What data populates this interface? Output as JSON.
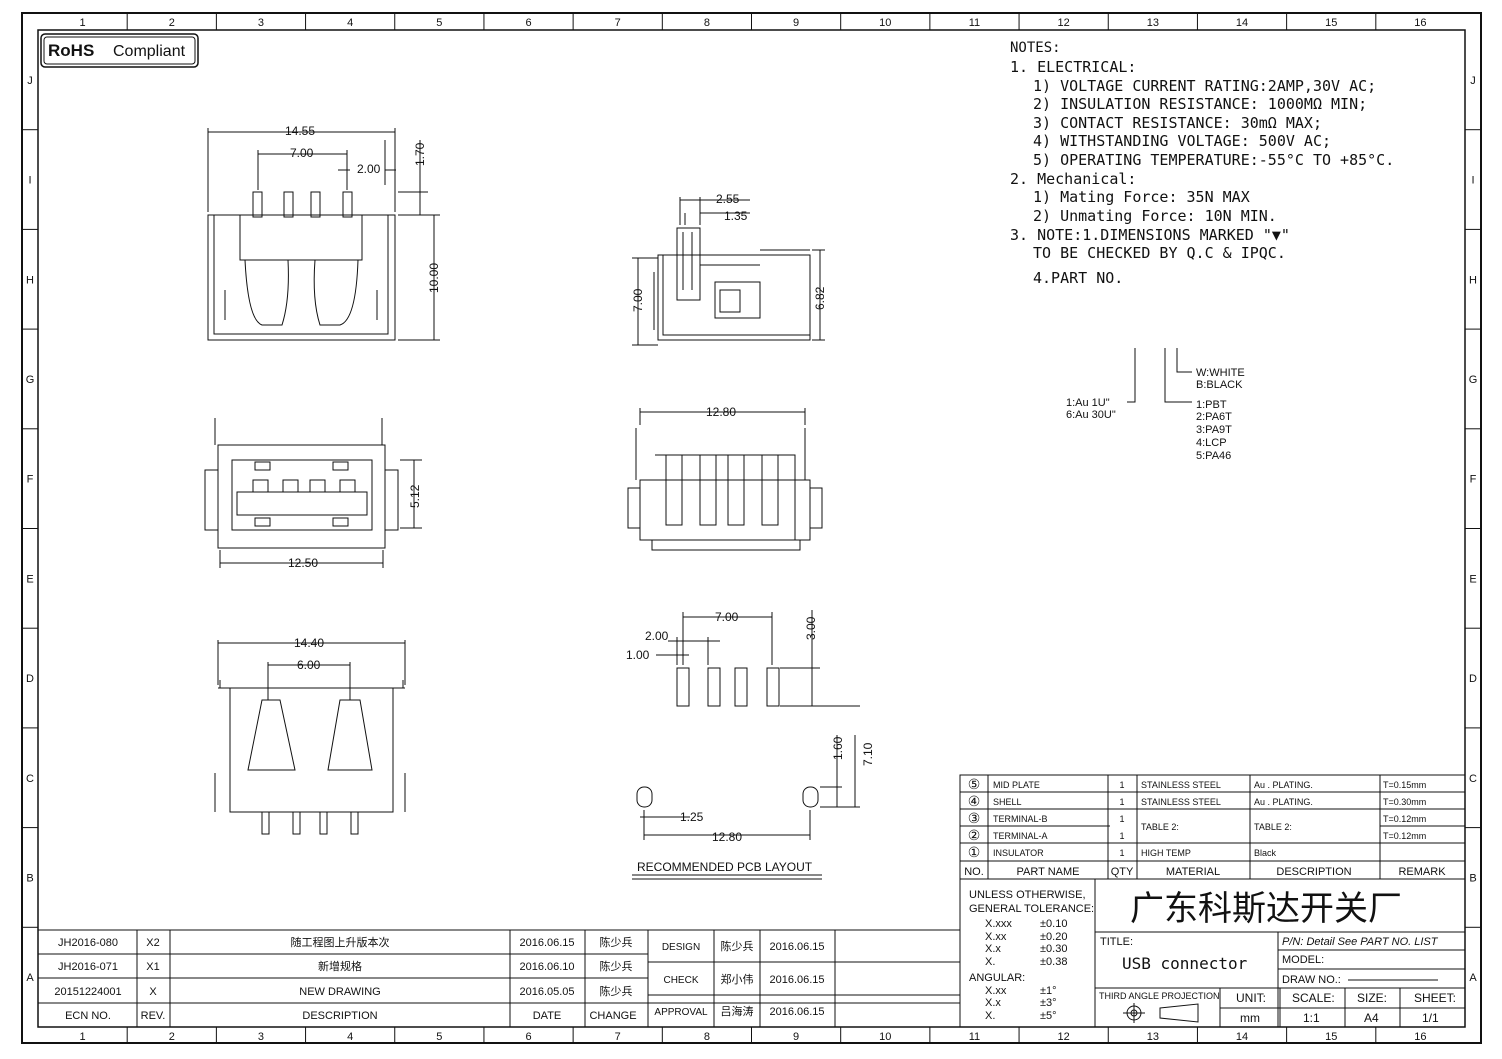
{
  "frame": {
    "top_cols": [
      "1",
      "2",
      "3",
      "4",
      "5",
      "6",
      "7",
      "8",
      "9",
      "10",
      "11",
      "12",
      "13",
      "14",
      "15",
      "16"
    ],
    "rows": [
      "J",
      "I",
      "H",
      "G",
      "F",
      "E",
      "D",
      "C",
      "B",
      "A"
    ]
  },
  "rohs": {
    "bold": "RoHS",
    "text": "Compliant"
  },
  "notes": {
    "title": "NOTES:",
    "lines": [
      "1. ELECTRICAL:",
      "1) VOLTAGE CURRENT RATING:2AMP,30V AC;",
      "2) INSULATION RESISTANCE: 1000MΩ MIN;",
      "3) CONTACT RESISTANCE: 30mΩ MAX;",
      "4) WITHSTANDING VOLTAGE: 500V AC;",
      "5) OPERATING TEMPERATURE:-55°C TO +85°C.",
      "2. Mechanical:",
      "1) Mating Force:  35N MAX",
      "2) Unmating Force:  10N MIN.",
      "3. NOTE:1.DIMENSIONS MARKED \"▼\"",
      "TO BE CHECKED BY Q.C & IPQC.",
      "4.PART NO."
    ]
  },
  "part_no": {
    "plating": [
      "1:Au 1U\"",
      "6:Au 30U\""
    ],
    "color": [
      "W:WHITE",
      "B:BLACK"
    ],
    "material": [
      "1:PBT",
      "2:PA6T",
      "3:PA9T",
      "4:LCP",
      "5:PA46"
    ]
  },
  "dimensions": {
    "top_view": [
      "14.55",
      "7.00",
      "2.00",
      "1.70",
      "10.00"
    ],
    "side_view": [
      "2.55",
      "1.35",
      "7.00",
      "6.82"
    ],
    "front_view": [
      "5.12",
      "12.50"
    ],
    "rear_view": [
      "12.80"
    ],
    "bottom_view": [
      "14.40",
      "6.00"
    ],
    "pcb": [
      "7.00",
      "2.00",
      "1.00",
      "3.00",
      "1.60",
      "7.10",
      "1.25",
      "12.80"
    ]
  },
  "pcb_label": "RECOMMENDED PCB LAYOUT",
  "bom": {
    "headers": [
      "NO.",
      "PART NAME",
      "QTY",
      "MATERIAL",
      "DESCRIPTION",
      "REMARK"
    ],
    "rows": [
      {
        "no": "⑤",
        "name": "MID PLATE",
        "qty": "1",
        "material": "STAINLESS STEEL",
        "desc": "Au . PLATING.",
        "remark": "T=0.15mm"
      },
      {
        "no": "④",
        "name": "SHELL",
        "qty": "1",
        "material": "STAINLESS STEEL",
        "desc": "Au . PLATING.",
        "remark": "T=0.30mm"
      },
      {
        "no": "③",
        "name": "TERMINAL-B",
        "qty": "1",
        "material": "TABLE 2:",
        "desc": "TABLE 2:",
        "remark": "T=0.12mm"
      },
      {
        "no": "②",
        "name": "TERMINAL-A",
        "qty": "1",
        "material": "",
        "desc": "",
        "remark": "T=0.12mm"
      },
      {
        "no": "①",
        "name": "INSULATOR",
        "qty": "1",
        "material": "HIGH TEMP",
        "desc": "Black",
        "remark": ""
      }
    ]
  },
  "tolerance": {
    "title": [
      "UNLESS OTHERWISE,",
      "GENERAL TOLERANCE:"
    ],
    "linear": [
      [
        "X.xxx",
        "±0.10"
      ],
      [
        "X.xx",
        "±0.20"
      ],
      [
        "X.x",
        "±0.30"
      ],
      [
        "X.",
        "±0.38"
      ]
    ],
    "angular_label": "ANGULAR:",
    "angular": [
      [
        "X.xx",
        "±1°"
      ],
      [
        "X.x",
        "±3°"
      ],
      [
        "X.",
        "±5°"
      ]
    ]
  },
  "company": "广东科斯达开关厂",
  "title_block": {
    "title_label": "TITLE:",
    "title": "USB connector",
    "pn": "P/N: Detail  See  PART  NO.  LIST",
    "model": "MODEL:",
    "drawno": "DRAW  NO.:",
    "projection": "THIRD ANGLE PROJECTION",
    "unit_label": "UNIT:",
    "unit": "mm",
    "scale_label": "SCALE:",
    "scale": "1:1",
    "size_label": "SIZE:",
    "size": "A4",
    "sheet_label": "SHEET:",
    "sheet": "1/1"
  },
  "revisions": {
    "rows": [
      {
        "ecn": "JH2016-080",
        "rev": "X2",
        "desc": "随工程图上升版本次",
        "date": "2016.06.15",
        "change": "陈少兵"
      },
      {
        "ecn": "JH2016-071",
        "rev": "X1",
        "desc": "新增规格",
        "date": "2016.06.10",
        "change": "陈少兵"
      },
      {
        "ecn": "20151224001",
        "rev": "X",
        "desc": "NEW DRAWING",
        "date": "2016.05.05",
        "change": "陈少兵"
      }
    ],
    "headers": {
      "ecn": "ECN  NO.",
      "rev": "REV.",
      "desc": "DESCRIPTION",
      "date": "DATE",
      "change": "CHANGE"
    }
  },
  "approvals": [
    {
      "label": "DESIGN",
      "name": "陈少兵",
      "date": "2016.06.15"
    },
    {
      "label": "CHECK",
      "name": "郑小伟",
      "date": "2016.06.15"
    },
    {
      "label": "APPROVAL",
      "name": "吕海涛",
      "date": "2016.06.15"
    }
  ]
}
